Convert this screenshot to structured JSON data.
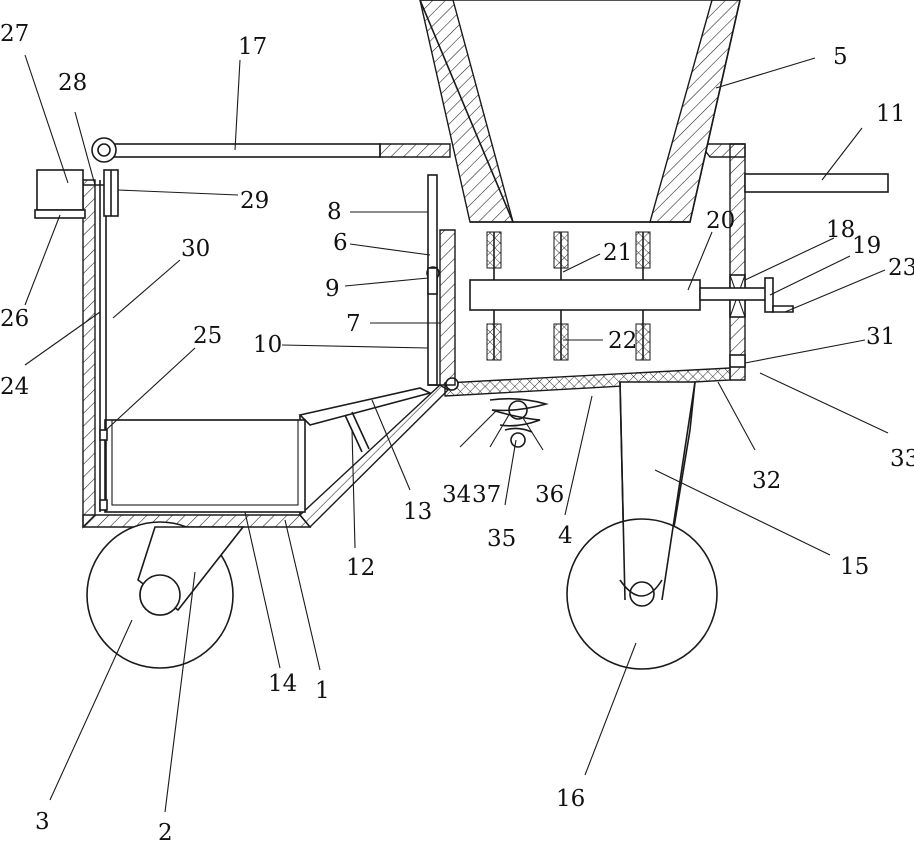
{
  "labels": [
    {
      "id": "l1",
      "text": "1"
    },
    {
      "id": "l2",
      "text": "2"
    },
    {
      "id": "l3",
      "text": "3"
    },
    {
      "id": "l4",
      "text": "4"
    },
    {
      "id": "l5",
      "text": "5"
    },
    {
      "id": "l6",
      "text": "6"
    },
    {
      "id": "l7",
      "text": "7"
    },
    {
      "id": "l8",
      "text": "8"
    },
    {
      "id": "l9",
      "text": "9"
    },
    {
      "id": "l10",
      "text": "10"
    },
    {
      "id": "l11",
      "text": "11"
    },
    {
      "id": "l12",
      "text": "12"
    },
    {
      "id": "l13",
      "text": "13"
    },
    {
      "id": "l14",
      "text": "14"
    },
    {
      "id": "l15",
      "text": "15"
    },
    {
      "id": "l16",
      "text": "16"
    },
    {
      "id": "l17",
      "text": "17"
    },
    {
      "id": "l18",
      "text": "18"
    },
    {
      "id": "l19",
      "text": "19"
    },
    {
      "id": "l20",
      "text": "20"
    },
    {
      "id": "l21",
      "text": "21"
    },
    {
      "id": "l22",
      "text": "22"
    },
    {
      "id": "l23",
      "text": "23"
    },
    {
      "id": "l24",
      "text": "24"
    },
    {
      "id": "l25",
      "text": "25"
    },
    {
      "id": "l26",
      "text": "26"
    },
    {
      "id": "l27",
      "text": "27"
    },
    {
      "id": "l28",
      "text": "28"
    },
    {
      "id": "l29",
      "text": "29"
    },
    {
      "id": "l30",
      "text": "30"
    },
    {
      "id": "l31",
      "text": "31"
    },
    {
      "id": "l32",
      "text": "32"
    },
    {
      "id": "l33",
      "text": "33"
    },
    {
      "id": "l34",
      "text": "34"
    },
    {
      "id": "l35",
      "text": "35"
    },
    {
      "id": "l36",
      "text": "36"
    },
    {
      "id": "l37",
      "text": "37"
    }
  ]
}
